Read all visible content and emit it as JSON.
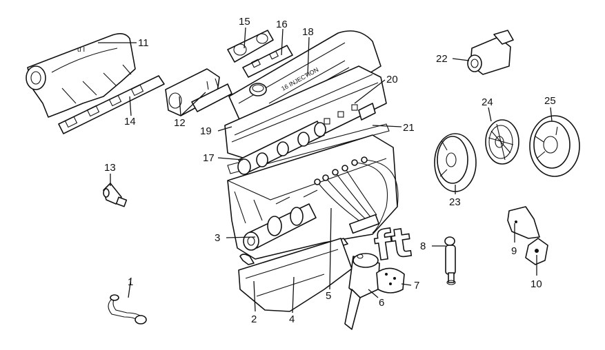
{
  "diagram": {
    "callouts": [
      "1",
      "2",
      "3",
      "4",
      "5",
      "6",
      "7",
      "8",
      "9",
      "10",
      "11",
      "12",
      "13",
      "14",
      "15",
      "16",
      "17",
      "18",
      "19",
      "20",
      "21",
      "22",
      "23",
      "24",
      "25"
    ],
    "cover_text": "16 INJECTION",
    "watermark": "ft"
  }
}
